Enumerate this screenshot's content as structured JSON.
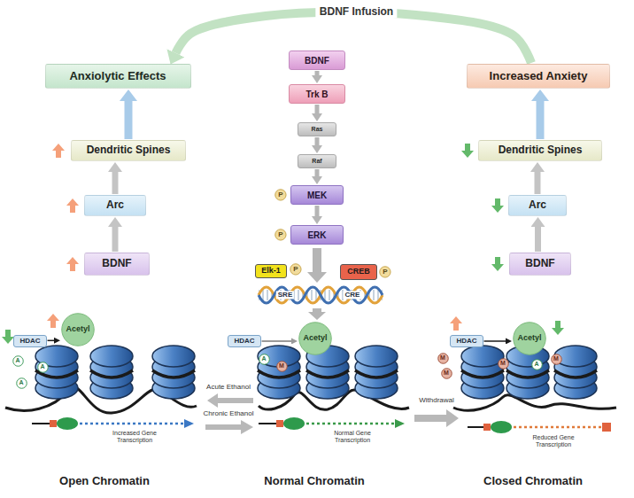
{
  "diagram": {
    "nodes": [
      {
        "text": [
          "Anxiolytic Effects"
        ]
      },
      {
        "text": [
          "Increased Anxiety"
        ]
      },
      {
        "text": [
          "BDNF"
        ]
      },
      {
        "text": [
          "Trk B"
        ]
      },
      {
        "text": [
          "Ras"
        ]
      },
      {
        "text": [
          "Raf"
        ]
      },
      {
        "text": [
          "P"
        ]
      },
      {
        "text": [
          "MEK"
        ]
      },
      {
        "text": [
          "P"
        ]
      },
      {
        "text": [
          "ERK"
        ]
      },
      {
        "text": [
          "Elk-1"
        ]
      },
      {
        "text": [
          "P"
        ]
      },
      {
        "text": [
          "CREB"
        ]
      },
      {
        "text": [
          "P"
        ]
      },
      {
        "text": [
          "Dendritic Spines"
        ]
      },
      {
        "text": [
          "Arc"
        ]
      },
      {
        "text": [
          "BDNF"
        ]
      },
      {
        "text": [
          "Dendritic Spines"
        ]
      },
      {
        "text": [
          "Arc"
        ]
      },
      {
        "text": [
          "BDNF"
        ]
      },
      {
        "text": [
          "HDAC"
        ]
      },
      {
        "text": [
          "Acetyl"
        ]
      },
      {
        "text": [
          "A"
        ]
      },
      {
        "text": [
          "A"
        ]
      },
      {
        "text": [
          "A"
        ]
      },
      {
        "text": [
          "HDAC"
        ]
      },
      {
        "text": [
          "Acetyl"
        ]
      },
      {
        "text": [
          "A"
        ]
      },
      {
        "text": [
          "M"
        ]
      },
      {
        "text": [
          "HDAC"
        ]
      },
      {
        "text": [
          "Acetyl"
        ]
      },
      {
        "text": [
          "M"
        ]
      },
      {
        "text": [
          "M"
        ]
      },
      {
        "text": [
          "M"
        ]
      },
      {
        "text": [
          "A"
        ]
      },
      {
        "text": [
          "M"
        ]
      }
    ],
    "edges": [
      {
        "from": 2,
        "to": 3,
        "arrow": "to"
      },
      {
        "from": 3,
        "to": 4,
        "arrow": "to"
      },
      {
        "from": 4,
        "to": 5,
        "arrow": "to"
      },
      {
        "from": 5,
        "to": 7,
        "arrow": "to"
      },
      {
        "from": 7,
        "to": 9,
        "arrow": "to"
      },
      {
        "from": 16,
        "to": 15,
        "arrow": "to"
      },
      {
        "from": 15,
        "to": 14,
        "arrow": "to"
      },
      {
        "from": 14,
        "to": 0,
        "arrow": "to"
      },
      {
        "from": 19,
        "to": 18,
        "arrow": "to"
      },
      {
        "from": 18,
        "to": 17,
        "arrow": "to"
      },
      {
        "from": 17,
        "to": 1,
        "arrow": "to"
      },
      {
        "from": 1,
        "to": 0,
        "label": "BDNF Infusion",
        "arrow": "to"
      },
      {
        "from": 20,
        "to": 21,
        "arrow": "to"
      },
      {
        "from": 25,
        "to": 26,
        "arrow": "to"
      },
      {
        "from": 29,
        "to": 30,
        "arrow": "to"
      }
    ],
    "labels": [
      "SRE",
      "CRE",
      "Acute Ethanol",
      "Chronic Ethanol",
      "Withdrawal",
      "Increased Gene Transcription",
      "Normal Gene Transcription",
      "Reduced Gene Transcription",
      "Open Chromatin",
      "Normal Chromatin",
      "Closed Chromatin"
    ]
  }
}
